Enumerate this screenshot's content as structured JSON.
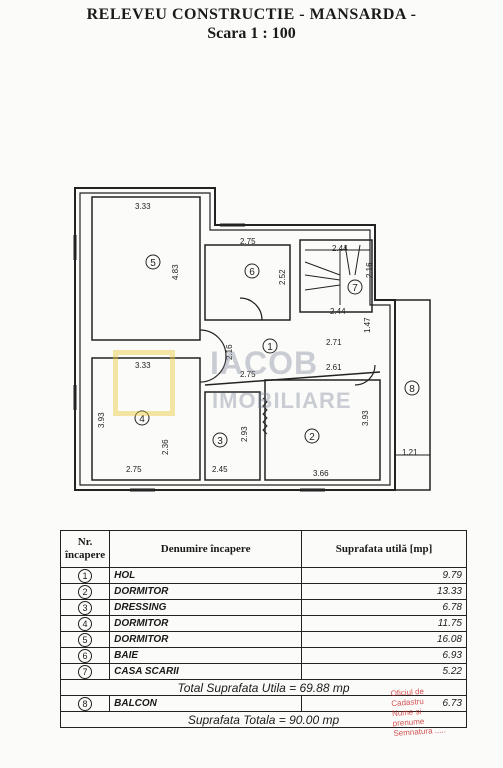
{
  "title": {
    "line1": "RELEVEU  CONSTRUCTIE - MANSARDA -",
    "line2": "Scara   1 : 100"
  },
  "plan": {
    "dimensions": [
      "3.33",
      "4.83",
      "2.75",
      "2.52",
      "2.44",
      "2.16",
      "2.44",
      "1.47",
      "2.16",
      "2.71",
      "2.75",
      "2.61",
      "3.33",
      "3.93",
      "2.36",
      "2.93",
      "3.93",
      "1.21",
      "2.75",
      "2.45",
      "3.66"
    ],
    "room_numbers": [
      "1",
      "2",
      "3",
      "4",
      "5",
      "6",
      "7",
      "8"
    ]
  },
  "watermark": {
    "line1": "IACOB",
    "line2": "IMOBILIARE"
  },
  "table": {
    "headers": {
      "nr": "Nr. încapere",
      "name": "Denumire încapere",
      "area": "Suprafata utilă [mp]"
    },
    "rows": [
      {
        "nr": "1",
        "name": "HOL",
        "area": "9.79"
      },
      {
        "nr": "2",
        "name": "DORMITOR",
        "area": "13.33"
      },
      {
        "nr": "3",
        "name": "DRESSING",
        "area": "6.78"
      },
      {
        "nr": "4",
        "name": "DORMITOR",
        "area": "11.75"
      },
      {
        "nr": "5",
        "name": "DORMITOR",
        "area": "16.08"
      },
      {
        "nr": "6",
        "name": "BAIE",
        "area": "6.93"
      },
      {
        "nr": "7",
        "name": "CASA SCARII",
        "area": "5.22"
      }
    ],
    "total_util": "Total Suprafata Utila = 69.88 mp",
    "balcon": {
      "nr": "8",
      "name": "BALCON",
      "area": "6.73"
    },
    "total": "Suprafata Totala  = 90.00 mp"
  },
  "stamp": {
    "lines": [
      "Oficiul de Cadastru",
      "Nume si prenume",
      "Semnatura ....."
    ]
  }
}
